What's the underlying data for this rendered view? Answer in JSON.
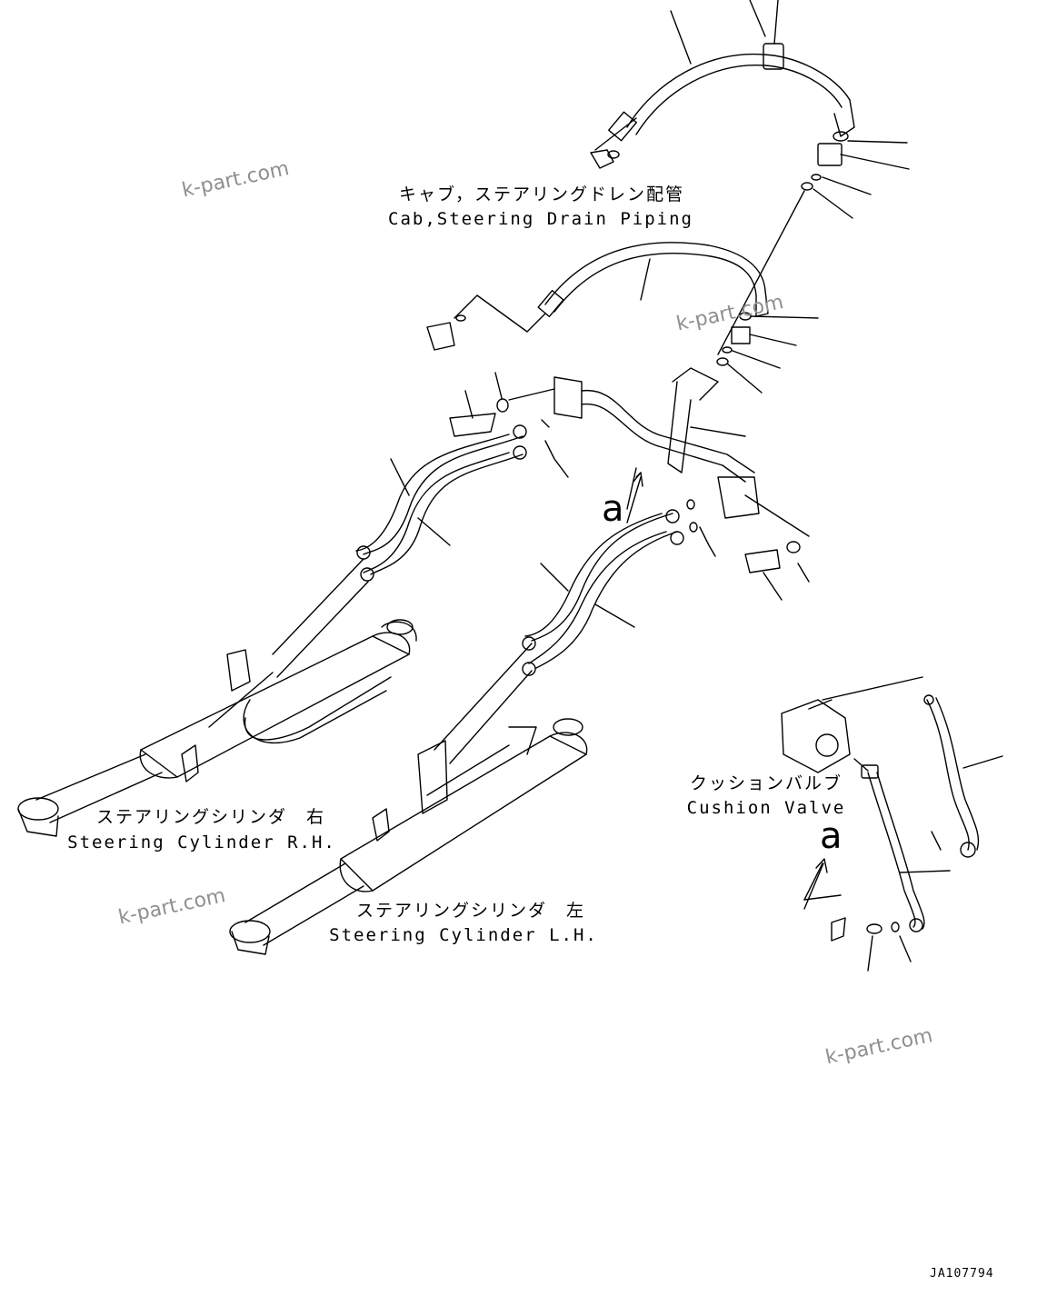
{
  "labels": {
    "cab_drain_jp": "キャブ，ステアリングドレン配管",
    "cab_drain_en": "Cab,Steering Drain Piping",
    "cyl_rh_jp": "ステアリングシリンダ　右",
    "cyl_rh_en": "Steering Cylinder R.H.",
    "cyl_lh_jp": "ステアリングシリンダ　左",
    "cyl_lh_en": "Steering Cylinder L.H.",
    "cushion_jp": "クッションバルブ",
    "cushion_en": "Cushion Valve"
  },
  "callouts": {
    "a_main": "a",
    "a_cushion": "a"
  },
  "watermarks": [
    "k-part.com",
    "k-part.com",
    "k-part.com",
    "k-part.com"
  ],
  "drawing_code": "JA107794",
  "colors": {
    "line": "#000000",
    "watermark": "#8f8f8f",
    "background": "#ffffff"
  }
}
